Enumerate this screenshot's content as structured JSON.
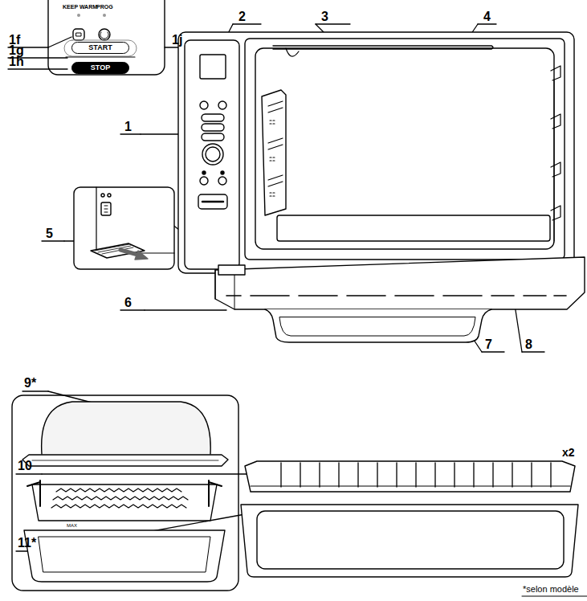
{
  "diagram": {
    "nodes": [
      {
        "text": [
          "START"
        ]
      },
      {
        "text": [
          "STOP"
        ]
      }
    ],
    "labels": [
      "KEEP WARM",
      "PROG",
      "1f",
      "1j",
      "1g",
      "1h",
      "2",
      "3",
      "4",
      "1",
      "5",
      "6",
      "7",
      "8",
      "9*",
      "10",
      "x2",
      "11*",
      "MAX",
      "*selon modèle"
    ]
  }
}
